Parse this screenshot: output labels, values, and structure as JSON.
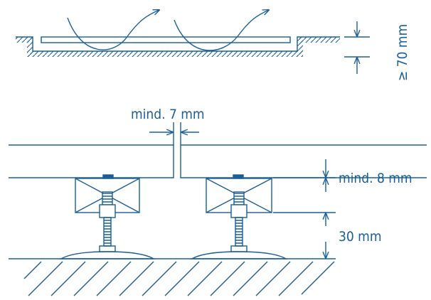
{
  "colors": {
    "line": "#1a5e96",
    "background": "#ffffff"
  },
  "labels": {
    "min_height": "≥ 70 mm",
    "joint_gap": "mind. 7 mm",
    "support_gap": "mind. 8 mm",
    "pedestal_height": "30 mm"
  }
}
